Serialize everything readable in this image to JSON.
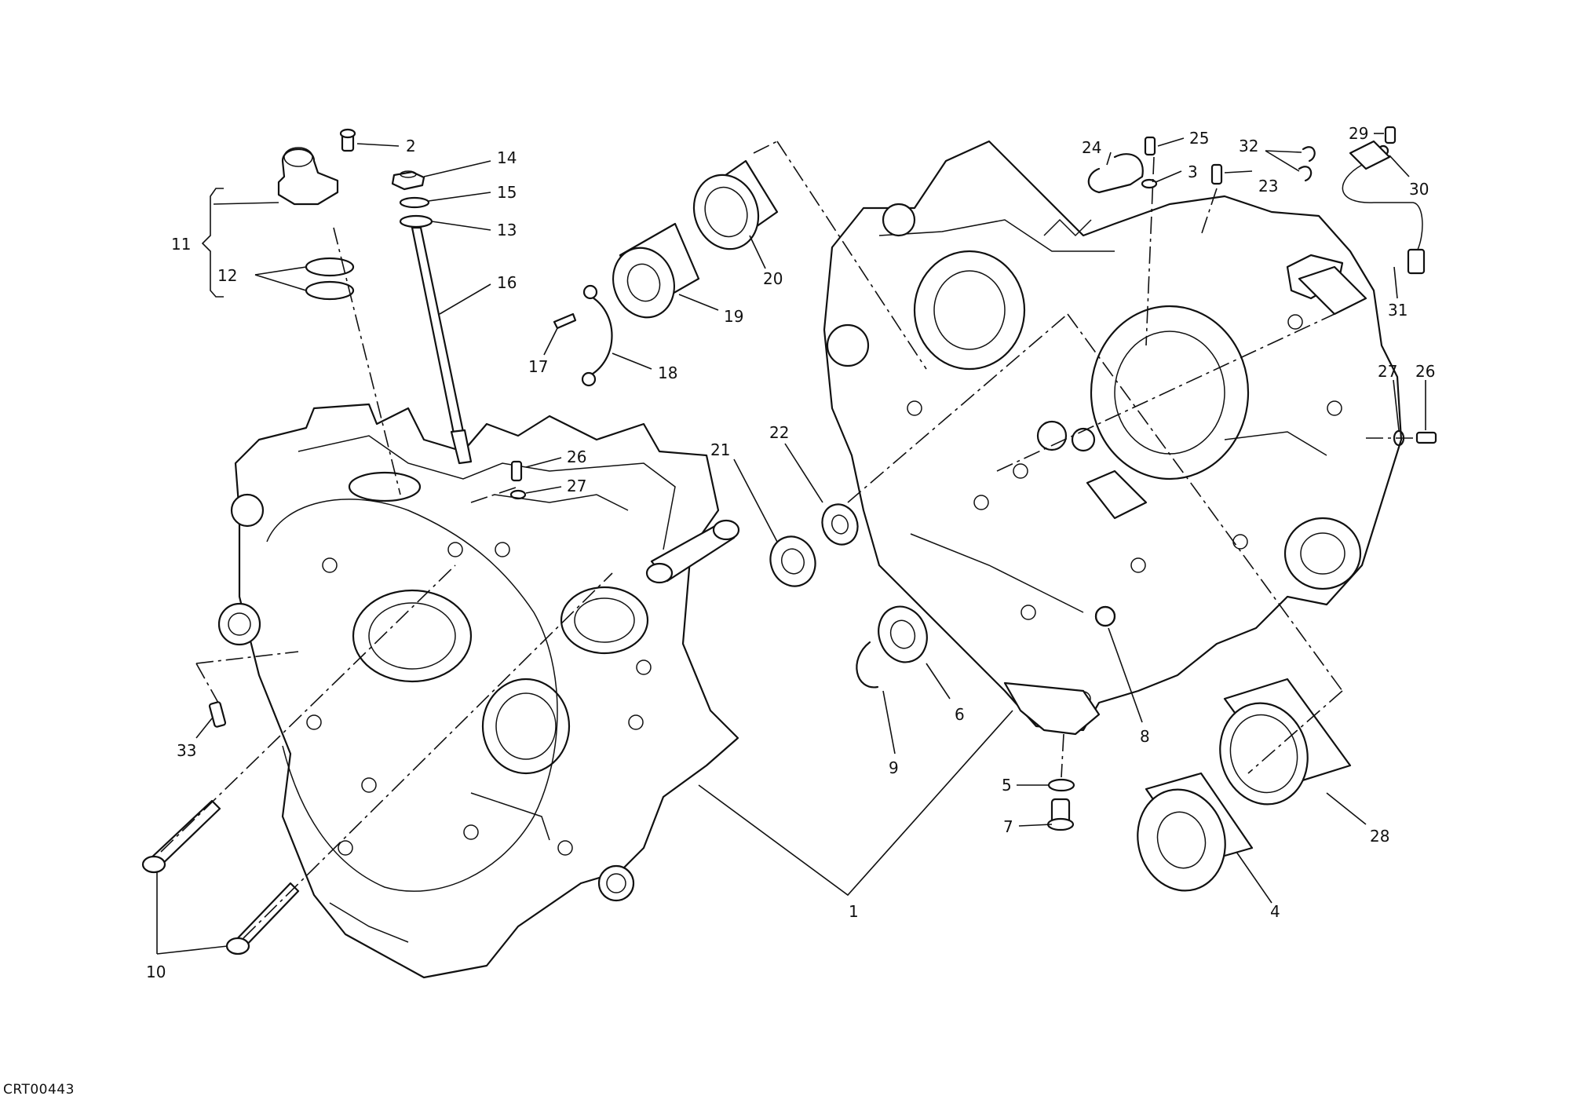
{
  "diagram": {
    "footer_code": "CRT00443",
    "callouts": [
      {
        "id": "c2",
        "text": "2"
      },
      {
        "id": "c14",
        "text": "14"
      },
      {
        "id": "c15",
        "text": "15"
      },
      {
        "id": "c13",
        "text": "13"
      },
      {
        "id": "c16",
        "text": "16"
      },
      {
        "id": "c11",
        "text": "11"
      },
      {
        "id": "c12",
        "text": "12"
      },
      {
        "id": "c26a",
        "text": "26"
      },
      {
        "id": "c27a",
        "text": "27"
      },
      {
        "id": "c33",
        "text": "33"
      },
      {
        "id": "c10",
        "text": "10"
      },
      {
        "id": "c17",
        "text": "17"
      },
      {
        "id": "c18",
        "text": "18"
      },
      {
        "id": "c19",
        "text": "19"
      },
      {
        "id": "c20",
        "text": "20"
      },
      {
        "id": "c21",
        "text": "21"
      },
      {
        "id": "c22",
        "text": "22"
      },
      {
        "id": "c1",
        "text": "1"
      },
      {
        "id": "c9",
        "text": "9"
      },
      {
        "id": "c6",
        "text": "6"
      },
      {
        "id": "c5",
        "text": "5"
      },
      {
        "id": "c7",
        "text": "7"
      },
      {
        "id": "c8",
        "text": "8"
      },
      {
        "id": "c4",
        "text": "4"
      },
      {
        "id": "c28",
        "text": "28"
      },
      {
        "id": "c24",
        "text": "24"
      },
      {
        "id": "c25",
        "text": "25"
      },
      {
        "id": "c3",
        "text": "3"
      },
      {
        "id": "c23",
        "text": "23"
      },
      {
        "id": "c32",
        "text": "32"
      },
      {
        "id": "c29",
        "text": "29"
      },
      {
        "id": "c30",
        "text": "30"
      },
      {
        "id": "c31",
        "text": "31"
      },
      {
        "id": "c27b",
        "text": "27"
      },
      {
        "id": "c26b",
        "text": "26"
      }
    ]
  }
}
